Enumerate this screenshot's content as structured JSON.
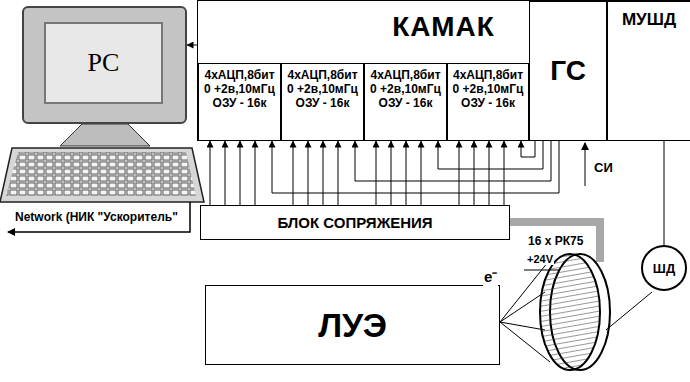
{
  "diagram": {
    "nodes": [
      {
        "text": [
          "PC"
        ]
      },
      {
        "text": [
          "КАМАК"
        ]
      },
      {
        "text": [
          "4хАЦП,8бит 0 +2в,10мГц ОЗУ - 16к"
        ],
        "in": 1
      },
      {
        "text": [
          "4хАЦП,8бит 0 +2в,10мГц ОЗУ - 16к"
        ],
        "in": 1
      },
      {
        "text": [
          "4хАЦП,8бит 0 +2в,10мГц ОЗУ - 16к"
        ],
        "in": 1
      },
      {
        "text": [
          "4хАЦП,8бит 0 +2в,10мГц ОЗУ - 16к"
        ],
        "in": 1
      },
      {
        "text": [
          "ГС"
        ],
        "in": 1
      },
      {
        "text": [
          "МУШД"
        ],
        "in": 1
      },
      {
        "text": [
          "БЛОК СОПРЯЖЕНИЯ"
        ]
      },
      {
        "text": [
          "ЛУЭ"
        ]
      },
      {
        "text": [
          "ШД"
        ]
      }
    ],
    "edges": [
      {
        "from": 1,
        "to": 0,
        "arrow": "to"
      },
      {
        "from": 8,
        "to": 2,
        "arrow": "to"
      },
      {
        "from": 8,
        "to": 2,
        "arrow": "to"
      },
      {
        "from": 8,
        "to": 2,
        "arrow": "to"
      },
      {
        "from": 8,
        "to": 2,
        "arrow": "to"
      },
      {
        "from": 8,
        "to": 3,
        "arrow": "to"
      },
      {
        "from": 8,
        "to": 3,
        "arrow": "to"
      },
      {
        "from": 8,
        "to": 3,
        "arrow": "to"
      },
      {
        "from": 8,
        "to": 3,
        "arrow": "to"
      },
      {
        "from": 8,
        "to": 4,
        "arrow": "to"
      },
      {
        "from": 8,
        "to": 4,
        "arrow": "to"
      },
      {
        "from": 8,
        "to": 4,
        "arrow": "to"
      },
      {
        "from": 8,
        "to": 4,
        "arrow": "to"
      },
      {
        "from": 8,
        "to": 5,
        "arrow": "to"
      },
      {
        "from": 8,
        "to": 5,
        "arrow": "to"
      },
      {
        "from": 8,
        "to": 5,
        "arrow": "to"
      },
      {
        "from": 8,
        "to": 5,
        "arrow": "to"
      },
      {
        "from": 6,
        "to": 2,
        "arrow": "to"
      },
      {
        "from": 6,
        "to": 3,
        "arrow": "to"
      },
      {
        "from": 6,
        "to": 4,
        "arrow": "to"
      },
      {
        "from": 6,
        "to": 5,
        "arrow": "to"
      },
      {
        "from": 7,
        "to": 10,
        "arrow": "none"
      }
    ],
    "labels": [
      "Network (НИК \"Ускоритель\"",
      "СИ",
      "16 x РК75",
      "+24V",
      "e⁻"
    ]
  }
}
